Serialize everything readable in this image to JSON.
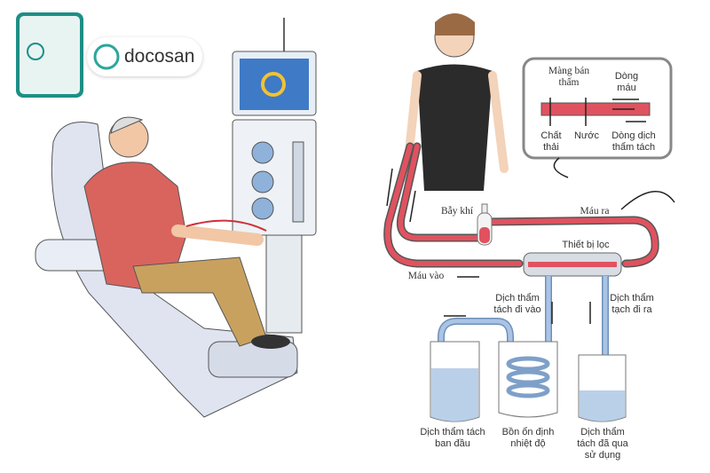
{
  "brand": {
    "name": "docosan",
    "accent": "#2aa79b"
  },
  "labels": {
    "membrane": "Màng bán thấm",
    "blood_flow": "Dòng máu",
    "waste": "Chất thải",
    "water": "Nước",
    "dialysate_flow": "Dòng dịch thẩm tách",
    "air_trap": "Bẫy khí",
    "blood_out": "Máu ra",
    "filter": "Thiết bị lọc",
    "blood_in": "Máu vào",
    "dialysate_in": "Dịch thẩm tách đi vào",
    "dialysate_out": "Dịch thẩm tạch đi ra",
    "fresh_dialysate": "Dịch thẩm tách ban đầu",
    "heater": "Bồn ổn định nhiệt độ",
    "used_dialysate": "Dịch thẩm tách đã qua sử dụng"
  },
  "colors": {
    "blood": "#e0525f",
    "dialysate": "#9fbde0",
    "shirt": "#d9645e"
  }
}
